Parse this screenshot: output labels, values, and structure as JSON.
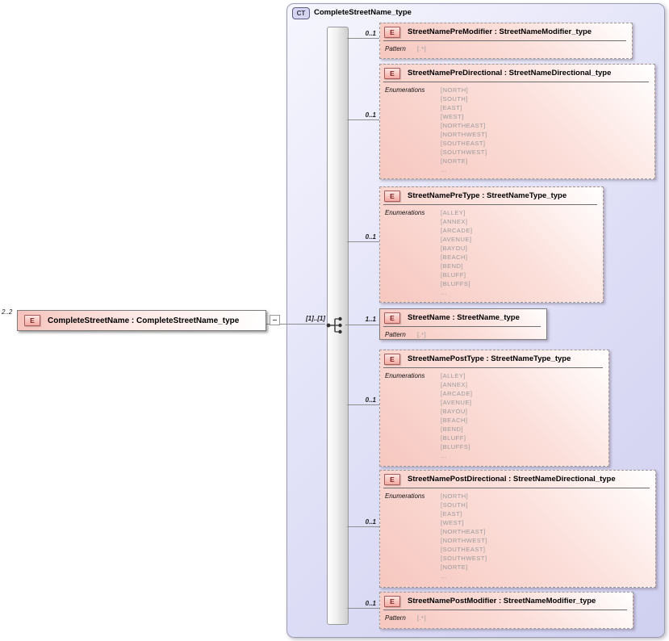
{
  "header": {
    "badge": "CT",
    "title": "CompleteStreetName_type"
  },
  "root": {
    "cardinality": "2..2",
    "badge": "E",
    "label": "CompleteStreetName : CompleteStreetName_type",
    "connector_cardinality": "[1]..[1]"
  },
  "icons": {
    "toggle": "collapse-minus",
    "compositor": "sequence"
  },
  "children": [
    {
      "cardinality": "0..1",
      "badge": "E",
      "label": "StreetNamePreModifier : StreetNameModifier_type",
      "facet": "Pattern",
      "values": [
        "[.*]"
      ]
    },
    {
      "cardinality": "0..1",
      "badge": "E",
      "label": "StreetNamePreDirectional : StreetNameDirectional_type",
      "facet": "Enumerations",
      "values": [
        "[NORTH]",
        "[SOUTH]",
        "[EAST]",
        "[WEST]",
        "[NORTHEAST]",
        "[NORTHWEST]",
        "[SOUTHEAST]",
        "[SOUTHWEST]",
        "[NORTE]",
        "..."
      ]
    },
    {
      "cardinality": "0..1",
      "badge": "E",
      "label": "StreetNamePreType : StreetNameType_type",
      "facet": "Enumerations",
      "values": [
        "[ALLEY]",
        "[ANNEX]",
        "[ARCADE]",
        "[AVENUE]",
        "[BAYOU]",
        "[BEACH]",
        "[BEND]",
        "[BLUFF]",
        "[BLUFFS]",
        "..."
      ]
    },
    {
      "cardinality": "1..1",
      "badge": "E",
      "label": "StreetName : StreetName_type",
      "facet": "Pattern",
      "values": [
        "[.*]"
      ]
    },
    {
      "cardinality": "0..1",
      "badge": "E",
      "label": "StreetNamePostType : StreetNameType_type",
      "facet": "Enumerations",
      "values": [
        "[ALLEY]",
        "[ANNEX]",
        "[ARCADE]",
        "[AVENUE]",
        "[BAYOU]",
        "[BEACH]",
        "[BEND]",
        "[BLUFF]",
        "[BLUFFS]",
        "..."
      ]
    },
    {
      "cardinality": "0..1",
      "badge": "E",
      "label": "StreetNamePostDirectional : StreetNameDirectional_type",
      "facet": "Enumerations",
      "values": [
        "[NORTH]",
        "[SOUTH]",
        "[EAST]",
        "[WEST]",
        "[NORTHEAST]",
        "[NORTHWEST]",
        "[SOUTHEAST]",
        "[SOUTHWEST]",
        "[NORTE]",
        "..."
      ]
    },
    {
      "cardinality": "0..1",
      "badge": "E",
      "label": "StreetNamePostModifier : StreetNameModifier_type",
      "facet": "Pattern",
      "values": [
        "[.*]"
      ]
    }
  ],
  "colors": {
    "element_fill": "#f6c7bf",
    "element_badge_border": "#a85b5b",
    "element_badge_text": "#7c1f1f",
    "container_fill": "#e2e2f8",
    "container_border": "#9b9bb2",
    "optional_border": "#9a9a9a",
    "connector_line": "#8f8f8f",
    "enum_value_text": "#9a9a9a"
  }
}
